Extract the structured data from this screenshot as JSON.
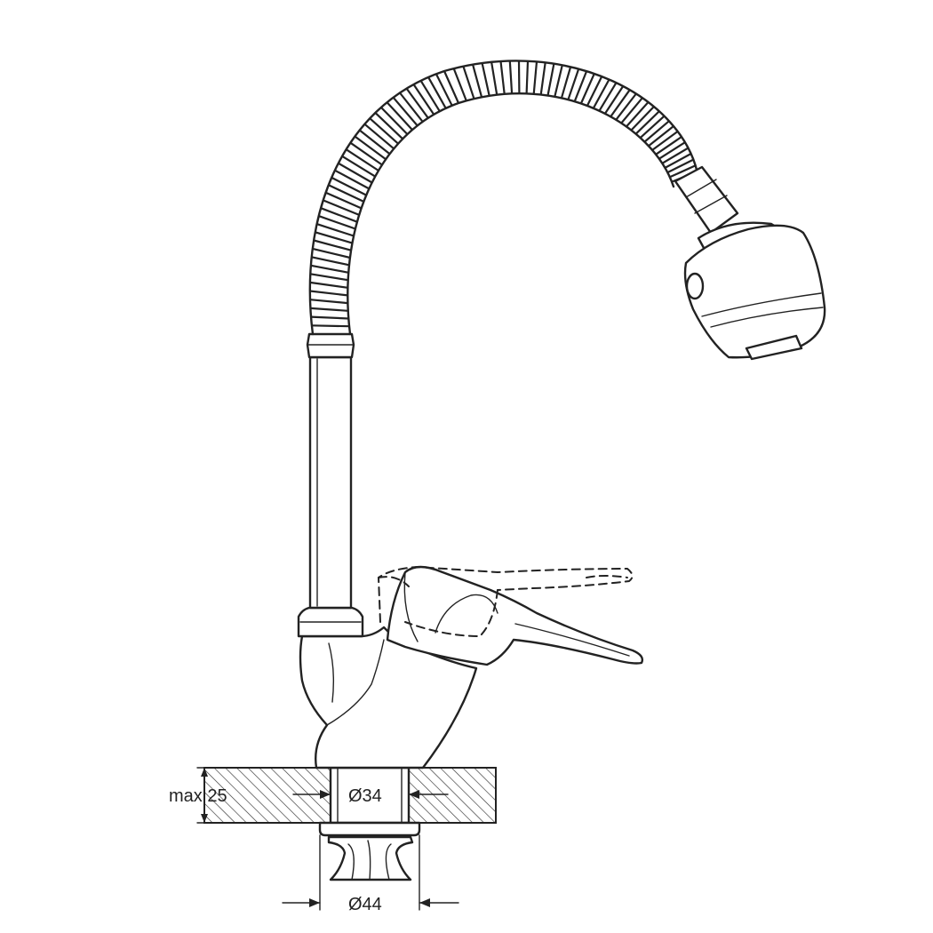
{
  "drawing": {
    "dimensions": {
      "thickness_label": "max 25",
      "hole_diameter_label": "Ø34",
      "base_diameter_label": "Ø44"
    },
    "colors": {
      "line": "#222222",
      "background": "#ffffff"
    }
  }
}
